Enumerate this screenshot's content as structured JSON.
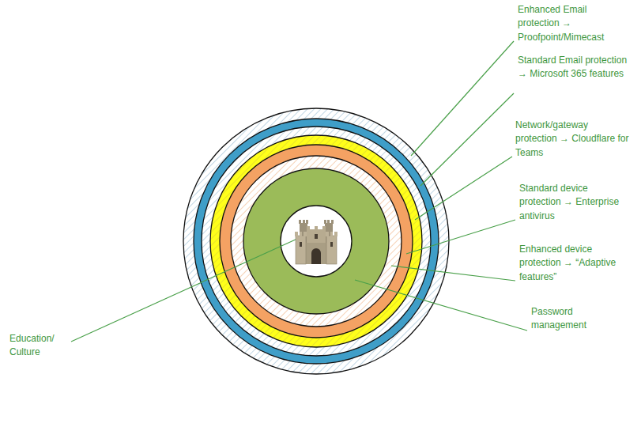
{
  "diagram": {
    "labels": [
      "Enhanced Email protection → Proofpoint/Mimecast",
      "Standard Email protection → Microsoft 365 features",
      "Network/gateway protection → Cloudflare for Teams",
      "Standard device protection → Enterprise antivirus",
      "Enhanced device protection → “Adaptive features”",
      "Password management",
      "Education/ Culture"
    ]
  }
}
